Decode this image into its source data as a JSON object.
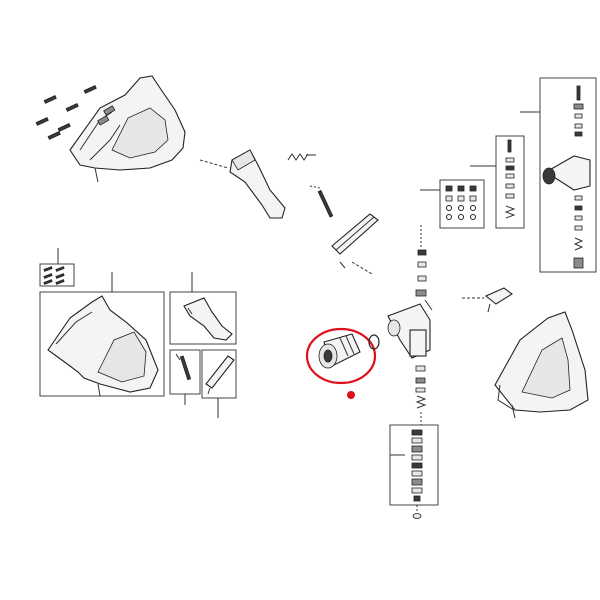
{
  "diagram": {
    "kind": "exploded parts view",
    "highlight_color": "#e0101a",
    "line_color": "#333333",
    "background": "#ffffff",
    "parts": [
      "handle-housing-left",
      "screws",
      "trigger-lever",
      "spring",
      "trigger-pin",
      "trigger-link",
      "valve-body",
      "seal-stack",
      "nut-highlighted",
      "o-ring",
      "small-clip",
      "handle-housing-right",
      "kit-screws",
      "kit-assembled-handle",
      "kit-trigger",
      "kit-pins",
      "kit-link",
      "kit-seals-grid",
      "kit-valve-column",
      "kit-inlet-column",
      "kit-valve-assembly"
    ]
  }
}
